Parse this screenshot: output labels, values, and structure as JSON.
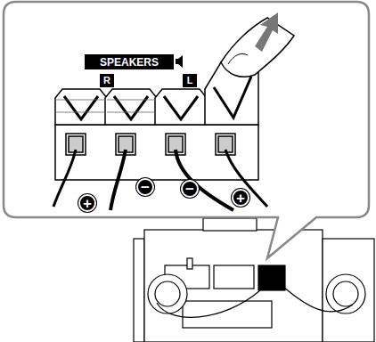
{
  "diagram": {
    "labels": [
      "SPEAKERS",
      "R",
      "L",
      "+",
      "−",
      "−",
      "+"
    ]
  }
}
